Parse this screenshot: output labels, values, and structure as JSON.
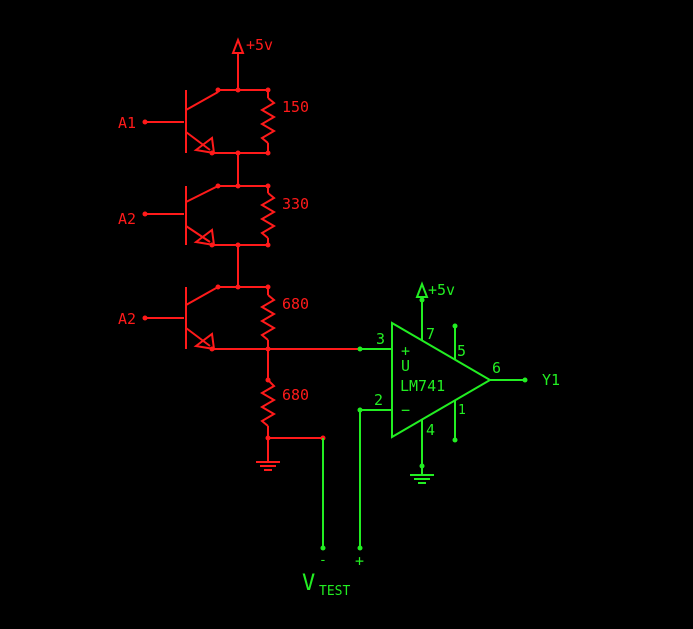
{
  "colors": {
    "background": "#000000",
    "resistor_network": "#ff1a1a",
    "opamp_circuit": "#22ee22"
  },
  "supply_top": {
    "label": "+5v"
  },
  "transistors": [
    {
      "input_label": "A1",
      "resistor_value": "150"
    },
    {
      "input_label": "A2",
      "resistor_value": "330"
    },
    {
      "input_label": "A2",
      "resistor_value": "680"
    }
  ],
  "bottom_resistor": {
    "value": "680"
  },
  "opamp": {
    "designator": "U",
    "part": "LM741",
    "supply_label": "+5v",
    "pins": {
      "noninverting": "3",
      "inverting": "2",
      "vplus": "7",
      "vminus": "4",
      "offset_a": "5",
      "offset_b": "1",
      "output": "6"
    },
    "sign_plus": "+",
    "sign_minus": "−",
    "output_label": "Y1"
  },
  "test_terminals": {
    "minus_sign": "-",
    "plus_sign": "+",
    "label_main": "V",
    "label_sub": "TEST"
  }
}
